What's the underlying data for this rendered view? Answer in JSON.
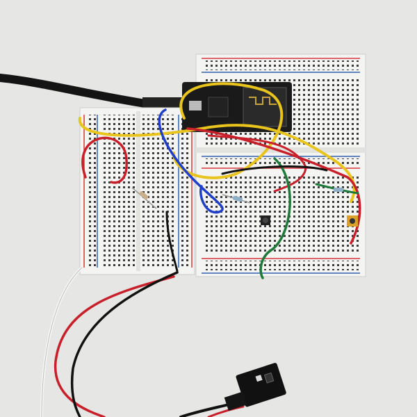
{
  "scene": {
    "description_label": "",
    "colors": {
      "background": "#e6e6e4",
      "breadboard": "#f4f4f2",
      "rail_red": "#d8343a",
      "rail_blue": "#2f5fb0",
      "board": "#1a1a1a",
      "wire_yellow": "#e8c41c",
      "wire_red": "#c8202a",
      "wire_blue": "#1f3fc8",
      "wire_green": "#1f7a3a",
      "wire_black": "#111111",
      "wire_white": "#f8f8f8",
      "module_pcb": "#111111"
    },
    "objects": [
      "usb-cable",
      "breadboard-left",
      "breadboard-right",
      "nodemcu-board",
      "wires",
      "resistors",
      "push-buttons",
      "sensor-module"
    ]
  }
}
